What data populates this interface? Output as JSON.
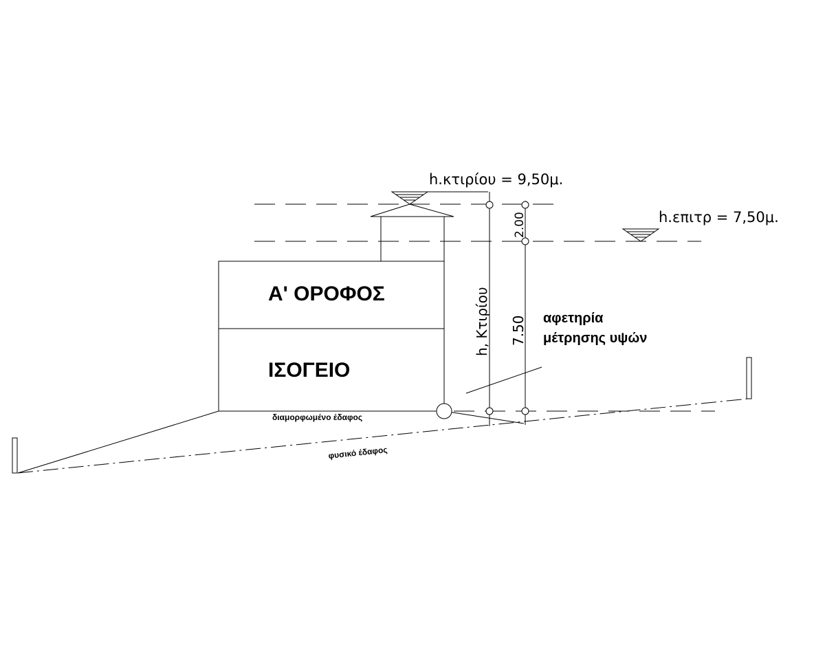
{
  "labels": {
    "building_height": "h.κτιρίου  =  9,50μ.",
    "allowed_height": "h.επιτρ  =  7,50μ.",
    "first_floor": "Α' ΟΡΟΦΟΣ",
    "ground_floor": "ΙΣΟΓΕΙΟ",
    "vertical_building": "h, Κτιρίου",
    "dim_upper": "2.00",
    "dim_lower": "7.50",
    "start_point_line1": "αφετηρία",
    "start_point_line2": "μέτρησης υψών",
    "shaped_ground": "διαμορφωμένο  έδαφος",
    "natural_ground": "φυσικό έδαφος"
  }
}
